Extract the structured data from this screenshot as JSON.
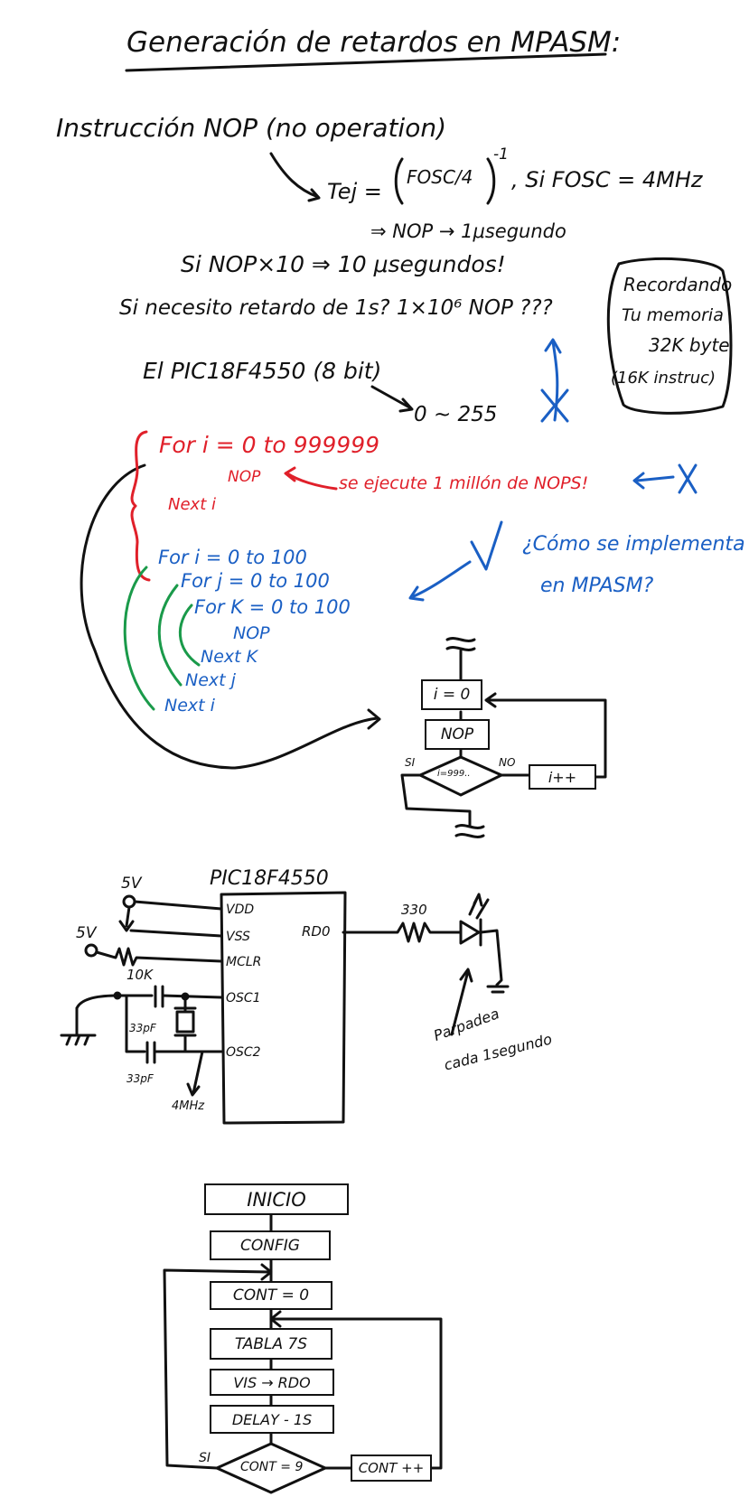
{
  "colors": {
    "ink": "#111111",
    "red": "#e0202a",
    "blue": "#1a5fc4",
    "green": "#1a9a4a"
  },
  "title": "Generación de retardos en MPASM:",
  "nop": {
    "heading": "Instrucción NOP (no operation)",
    "tej_label": "Tej =",
    "formula_inner": "FOSC/4",
    "formula_exp": "-1",
    "fosc": ", Si FOSC = 4MHz",
    "result": "⇒ NOP → 1μsegundo",
    "times10": "Si NOP×10 ⇒ 10 μsegundos!",
    "question": "Si necesito retardo de 1s?  1×10⁶ NOP ???",
    "pic": "El PIC18F4550 (8 bit)",
    "range": "0 ~ 255"
  },
  "memory_note": [
    "Recordando",
    "Tu memoria",
    "32K byte",
    "(16K instruc)"
  ],
  "red_loop": {
    "for": "For i = 0 to 999999",
    "nop": "NOP",
    "next": "Next i",
    "note": "se ejecute 1 millón de NOPS!"
  },
  "blue_loop": {
    "for_i": "For i = 0 to 100",
    "for_j": "For j = 0 to 100",
    "for_k": "For K = 0 to 100",
    "nop": "NOP",
    "next_k": "Next K",
    "next_j": "Next j",
    "next_i": "Next i",
    "question": [
      "¿Cómo se implementa",
      "en MPASM?"
    ]
  },
  "flowchart1": {
    "init": "i = 0",
    "nop": "NOP",
    "decision": "i=999..",
    "yes": "SI",
    "no": "NO",
    "inc": "i++"
  },
  "circuit": {
    "chip": "PIC18F4550",
    "pins": [
      "VDD",
      "VSS",
      "MCLR",
      "OSC1",
      "OSC2"
    ],
    "output_pin": "RD0",
    "supply_1": "5V",
    "supply_2": "5V",
    "resistor_mclr": "10K",
    "resistor_led": "330",
    "cap_1": "33pF",
    "cap_2": "33pF",
    "crystal": "4MHz",
    "note": [
      "Parpadea",
      "cada 1segundo"
    ]
  },
  "flowchart2": {
    "start": "INICIO",
    "config": "CONFIG",
    "cont": "CONT = 0",
    "tabla": "TABLA 7S",
    "vis": "VIS → RDO",
    "delay": "DELAY - 1S",
    "decision": "CONT = 9",
    "yes": "SI",
    "inc": "CONT ++"
  }
}
